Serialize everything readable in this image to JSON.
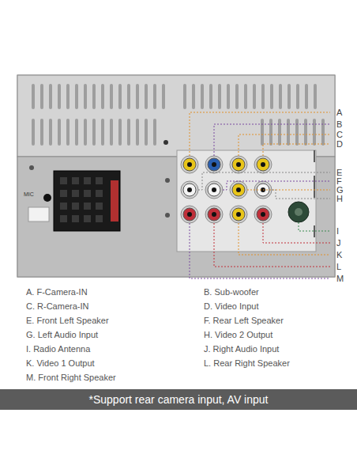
{
  "diagram": {
    "caption": "*Support rear camera input, AV input",
    "labels": [
      "A",
      "B",
      "C",
      "D",
      "E",
      "F",
      "G",
      "H",
      "I",
      "J",
      "K",
      "L",
      "M",
      "MIC",
      "A. F-Camera-IN",
      "B. Sub-woofer",
      "C. R-Camera-IN",
      "D. Video Input",
      "E. Front Left Speaker",
      "F. Rear Left Speaker",
      "G. Left Audio Input",
      "H. Video 2 Output",
      "I. Radio Antenna",
      "J. Right Audio Input",
      "K. Video 1 Output",
      "L. Rear Right Speaker",
      "M. Front Right Speaker"
    ]
  }
}
